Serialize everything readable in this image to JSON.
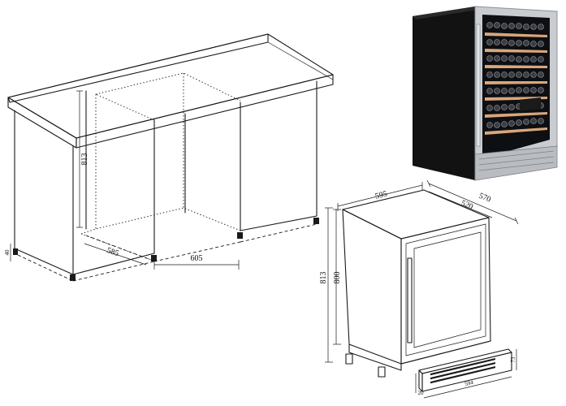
{
  "cabinet": {
    "height_label": "813",
    "depth_label": "585",
    "width_label": "605",
    "leg_label": "40"
  },
  "cooler": {
    "width_label": "595",
    "depth_total_label": "570",
    "depth_body_label": "520",
    "height_total_label": "813",
    "height_body_label": "800"
  },
  "kickplate": {
    "width_label": "594",
    "height_label": "73",
    "depth_label": "20"
  },
  "colors": {
    "line": "#1a1a1a",
    "cabinet_dark": "#121212",
    "steel": "#c9cdd1",
    "shelf_wood": "#d9a77a"
  }
}
